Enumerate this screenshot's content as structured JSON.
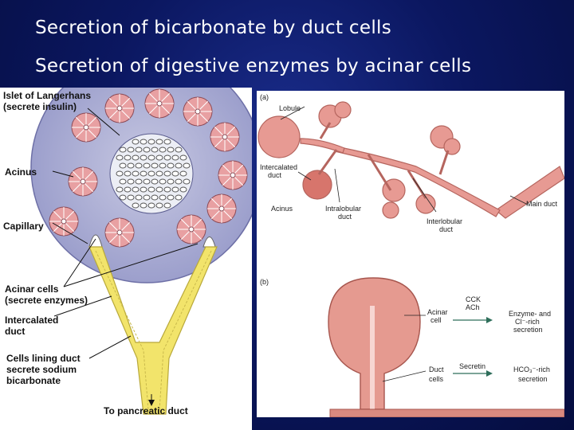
{
  "slide": {
    "title_line_1": "Secretion of bicarbonate by duct cells",
    "title_line_2": "Secretion of digestive enzymes by acinar cells"
  },
  "left_figure": {
    "labels": {
      "islet_line_1": "Islet of Langerhans",
      "islet_line_2": "(secrete insulin)",
      "acinus": "Acinus",
      "capillary": "Capillary",
      "acinar_line_1": "Acinar cells",
      "acinar_line_2": "(secrete enzymes)",
      "intercalated_line_1": "Intercalated",
      "intercalated_line_2": "duct",
      "lining_line_1": "Cells lining duct",
      "lining_line_2": "secrete sodium",
      "lining_line_3": "bicarbonate",
      "to_duct": "To pancreatic duct"
    }
  },
  "right_figure": {
    "panel_a": {
      "tag": "(a)",
      "lobule": "Lobule",
      "intercalated_line_1": "Intercalated",
      "intercalated_line_2": "duct",
      "acinus": "Acinus",
      "intralobular_line_1": "Intralobular",
      "intralobular_line_2": "duct",
      "interlobular_line_1": "Interlobular",
      "interlobular_line_2": "duct",
      "main_duct": "Main duct"
    },
    "panel_b": {
      "tag": "(b)",
      "acinar_line_1": "Acinar",
      "acinar_line_2": "cell",
      "cck_line_1": "CCK",
      "cck_line_2": "ACh",
      "enzyme_line_1": "Enzyme- and",
      "enzyme_line_2": "Cl⁻-rich",
      "enzyme_line_3": "secretion",
      "duct_line_1": "Duct",
      "duct_line_2": "cells",
      "secretin": "Secretin",
      "hco3_line_1": "HCO₃⁻-rich",
      "hco3_line_2": "secretion"
    }
  }
}
